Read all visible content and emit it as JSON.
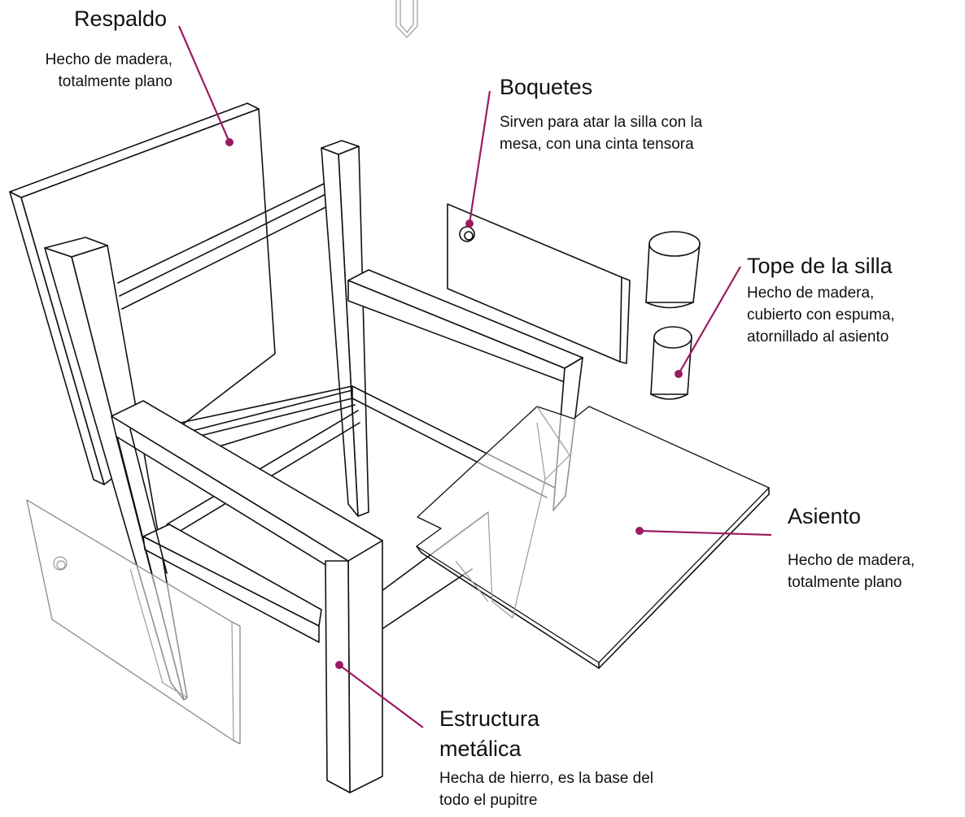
{
  "colors": {
    "leader": "#9b1b5f",
    "line": "#111111",
    "ghost": "#8a8a8a"
  },
  "labels": {
    "respaldo": {
      "title": "Respaldo",
      "desc": "Hecho de madera,\ntotalmente plano"
    },
    "boquetes": {
      "title": "Boquetes",
      "desc": "Sirven para atar la silla con la\nmesa, con una cinta tensora"
    },
    "tope": {
      "title": "Tope de la silla",
      "desc": "Hecho de madera,\ncubierto con espuma,\natornillado al asiento"
    },
    "asiento": {
      "title": "Asiento",
      "desc": "Hecho de madera,\ntotalmente plano"
    },
    "estructura": {
      "title": "Estructura\nmetálica",
      "desc": "Hecha de hierro, es la base del\ntodo el pupitre"
    }
  }
}
